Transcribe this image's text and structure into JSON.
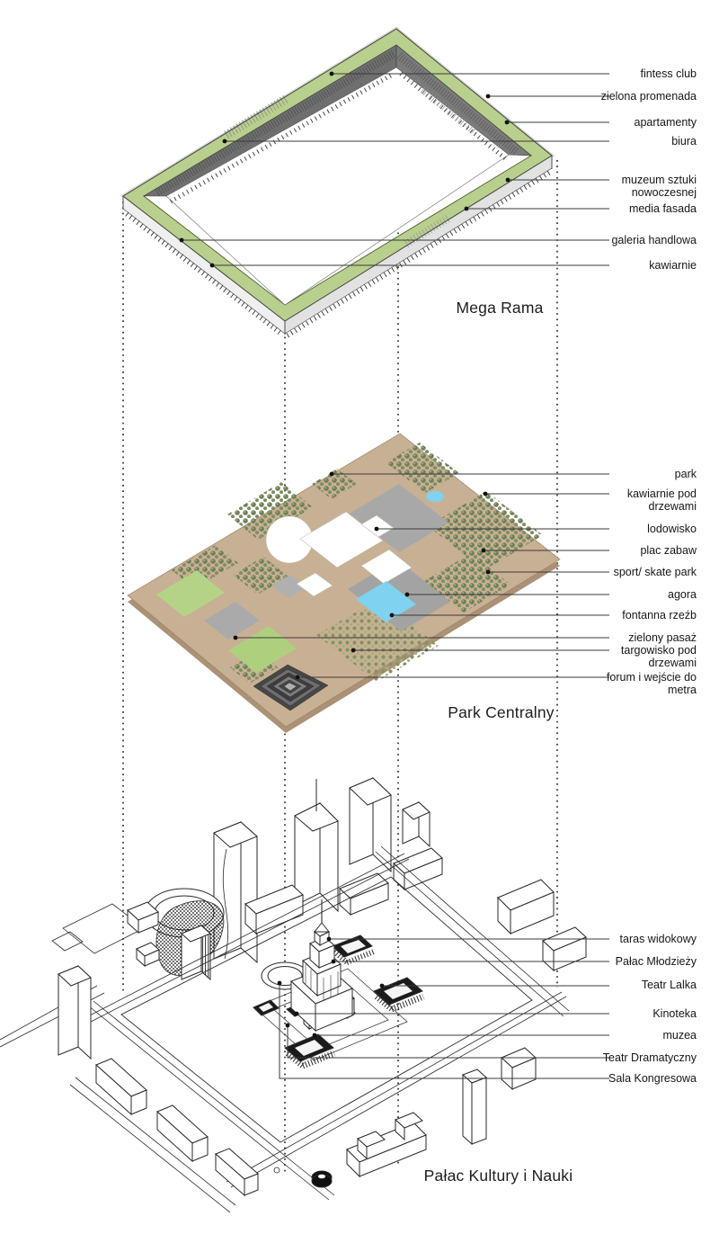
{
  "diagram": {
    "layers": [
      {
        "title": "Mega Rama",
        "labels": {
          "fitness_club": "fintess club",
          "green_promenade": "zielona promenada",
          "apartments": "apartamenty",
          "offices": "biura",
          "modern_art_museum": "muzeum sztuki\nnowoczesnej",
          "media_facade": "media fasada",
          "shopping_gallery": "galeria handlowa",
          "cafes": "kawiarnie"
        }
      },
      {
        "title": "Park Centralny",
        "labels": {
          "park": "park",
          "cafes_under_trees": "kawiarnie pod\ndrzewami",
          "ice_rink": "lodowisko",
          "playground": "plac zabaw",
          "sport_skate_park": "sport/ skate park",
          "agora": "agora",
          "sculpture_fountain": "fontanna rzeźb",
          "green_passage": "zielony pasaż",
          "market_under_trees": "targowisko pod\ndrzewami",
          "forum_metro_entry": "forum i wejście do\nmetra"
        }
      },
      {
        "title": "Pałac Kultury i Nauki",
        "labels": {
          "viewing_terrace": "taras widokowy",
          "youth_palace": "Pałac Młodzieży",
          "teatr_lalka": "Teatr Lalka",
          "kinoteka": "Kinoteka",
          "museums": "muzea",
          "teatr_dramatyczny": "Teatr Dramatyczny",
          "congress_hall": "Sala Kongresowa"
        }
      }
    ],
    "colors": {
      "frame_green": "#b9cf8d",
      "frame_dark_wall": "#717171",
      "frame_light_wall": "#ececec",
      "park_ground": "#c8b094",
      "tree_dark": "#75865c",
      "tree_light": "#9dab7f",
      "lawn": "#b5d386",
      "plaza": "#a6a6a6",
      "water": "#7fd2f0",
      "forum_dark": "#3d3d3d",
      "line": "#2a2a2a"
    }
  }
}
